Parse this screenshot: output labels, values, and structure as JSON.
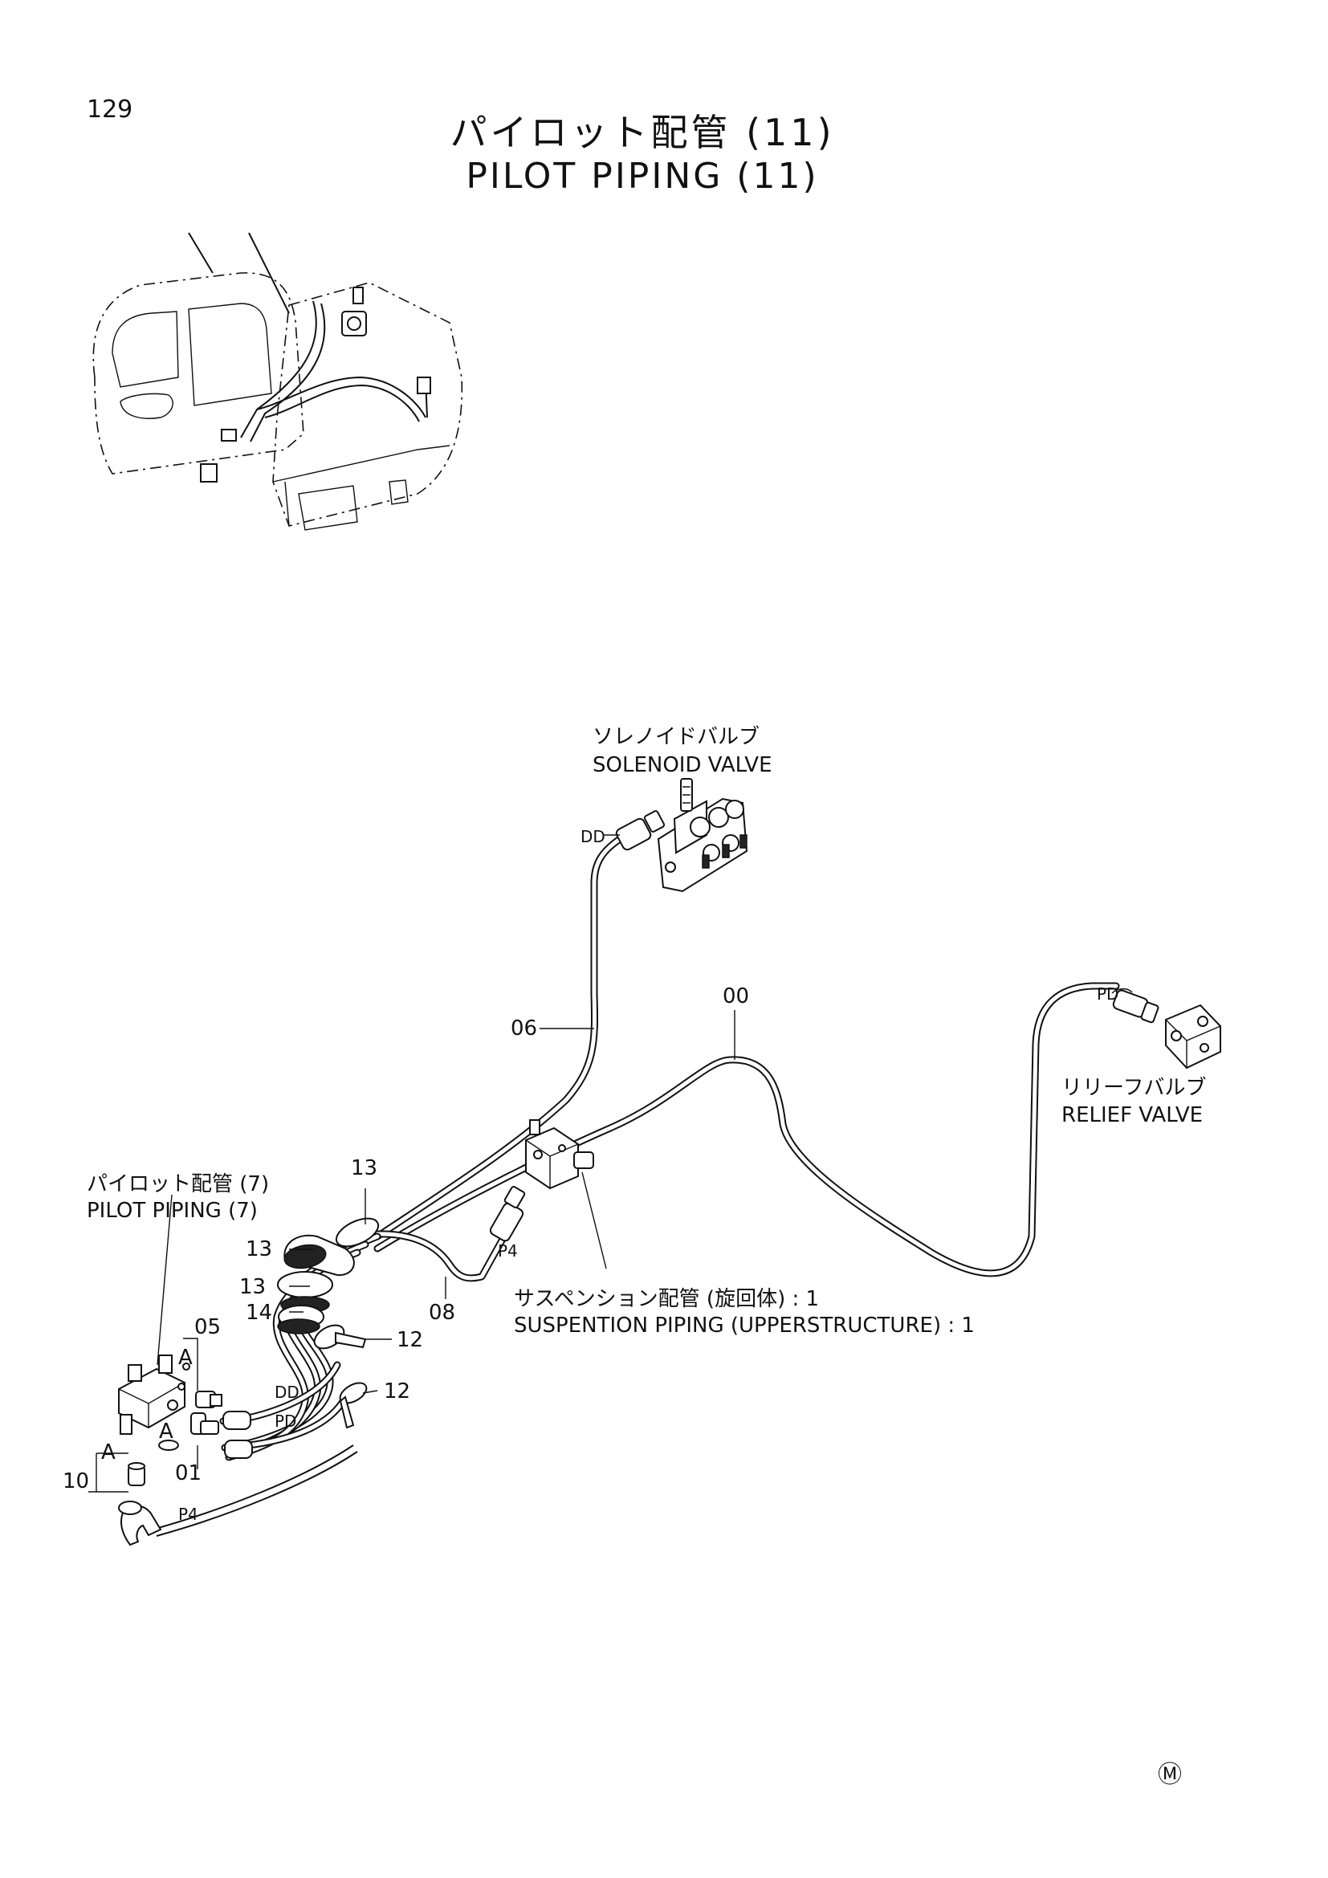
{
  "page": {
    "number": "129",
    "title_jp": "パイロット配管 (11)",
    "title_en": "PILOT PIPING (11)",
    "corner_mark": "Ⓜ"
  },
  "components": {
    "solenoid_valve": {
      "jp": "ソレノイドバルブ",
      "en": "SOLENOID VALVE"
    },
    "relief_valve": {
      "jp": "リリーフバルブ",
      "en": "RELIEF VALVE"
    },
    "pilot_piping_7": {
      "jp": "パイロット配管 (7)",
      "en": "PILOT PIPING (7)"
    },
    "suspension_piping": {
      "jp": "サスペンション配管 (旋回体) : 1",
      "en": "SUSPENTION PIPING (UPPERSTRUCTURE) : 1"
    }
  },
  "part_numbers": {
    "p00": "00",
    "p06": "06",
    "p08": "08",
    "p13_top": "13",
    "p13_a": "13",
    "p13_b": "13",
    "p14": "14",
    "p12_a": "12",
    "p12_b": "12",
    "p05": "05",
    "p01": "01",
    "p10": "10"
  },
  "port_labels": {
    "dd_valve": "DD",
    "pd_valve": "PD",
    "p4_hose": "P4",
    "dd_block": "DD",
    "pd_block": "PD",
    "p4_bottom": "P4",
    "a_upper": "A",
    "a_lower": "A",
    "a_left": "A"
  }
}
